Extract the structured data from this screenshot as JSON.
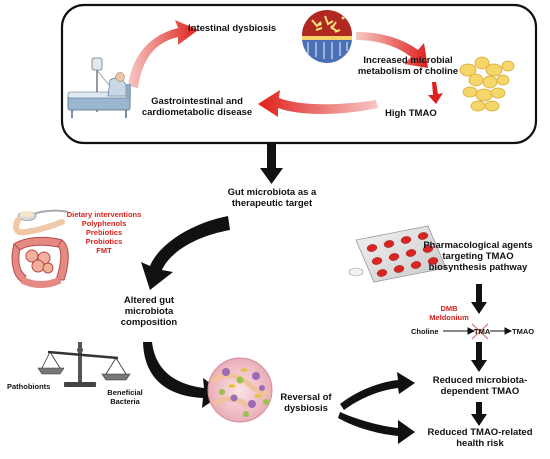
{
  "cycle": {
    "intestinal_dysbiosis": "Intestinal dysbiosis",
    "microbial_metabolism": [
      "Increased microbial",
      "metabolism of choline"
    ],
    "high_tmao": "High TMAO",
    "disease": [
      "Gastrointestinal and",
      "cardiometabolic disease"
    ]
  },
  "target": [
    "Gut microbiota as a",
    "therapeutic target"
  ],
  "interventions": [
    "Dietary interventions",
    "Polyphenols",
    "Prebiotics",
    "Probiotics",
    "FMT"
  ],
  "altered": [
    "Altered gut",
    "microbiota",
    "composition"
  ],
  "balance": {
    "left": "Pathobionts",
    "right": [
      "Beneficial",
      "Bacteria"
    ]
  },
  "reversal": [
    "Reversal of",
    "dysbiosis"
  ],
  "pharma": [
    "Pharmacological agents",
    "targeting TMAO",
    "biosynthesis pathway"
  ],
  "inhibitors": [
    "DMB",
    "Meldonium"
  ],
  "pathway": {
    "choline": "Choline",
    "tma": "TMA",
    "tmao": "TMAO"
  },
  "outcomes": {
    "reduced_tmao": [
      "Reduced microbiota-",
      "dependent TMAO"
    ],
    "reduced_risk": [
      "Reduced TMAO-related",
      "health risk"
    ]
  },
  "colors": {
    "accent_red": "#d8221f",
    "arrow_black": "#111111"
  }
}
